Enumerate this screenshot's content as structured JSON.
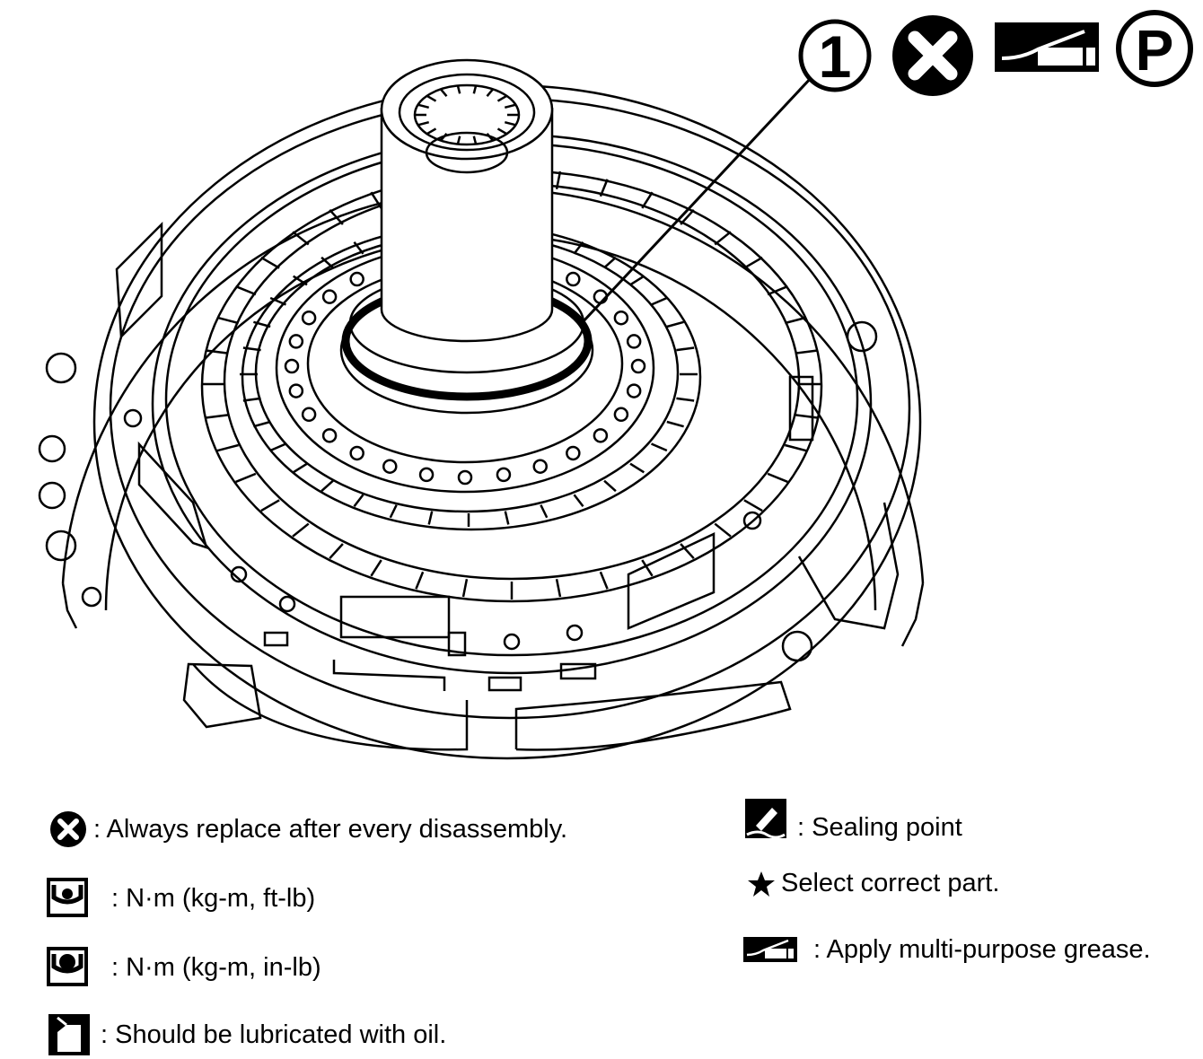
{
  "callouts": {
    "part_number": "1",
    "p_label": "P",
    "icons": [
      "replace-x-icon",
      "grease-gun-icon",
      "p-circle-icon"
    ]
  },
  "legend": {
    "replace": ": Always replace after every disassembly.",
    "torque_ftlb": ": N·m (kg-m, ft-lb)",
    "torque_inlb": ": N·m (kg-m, in-lb)",
    "oil": ": Should be lubricated with oil.",
    "sealing": ": Sealing point",
    "select": "Select correct part.",
    "grease": ": Apply multi-purpose grease."
  },
  "colors": {
    "ink": "#000000",
    "paper": "#ffffff"
  }
}
